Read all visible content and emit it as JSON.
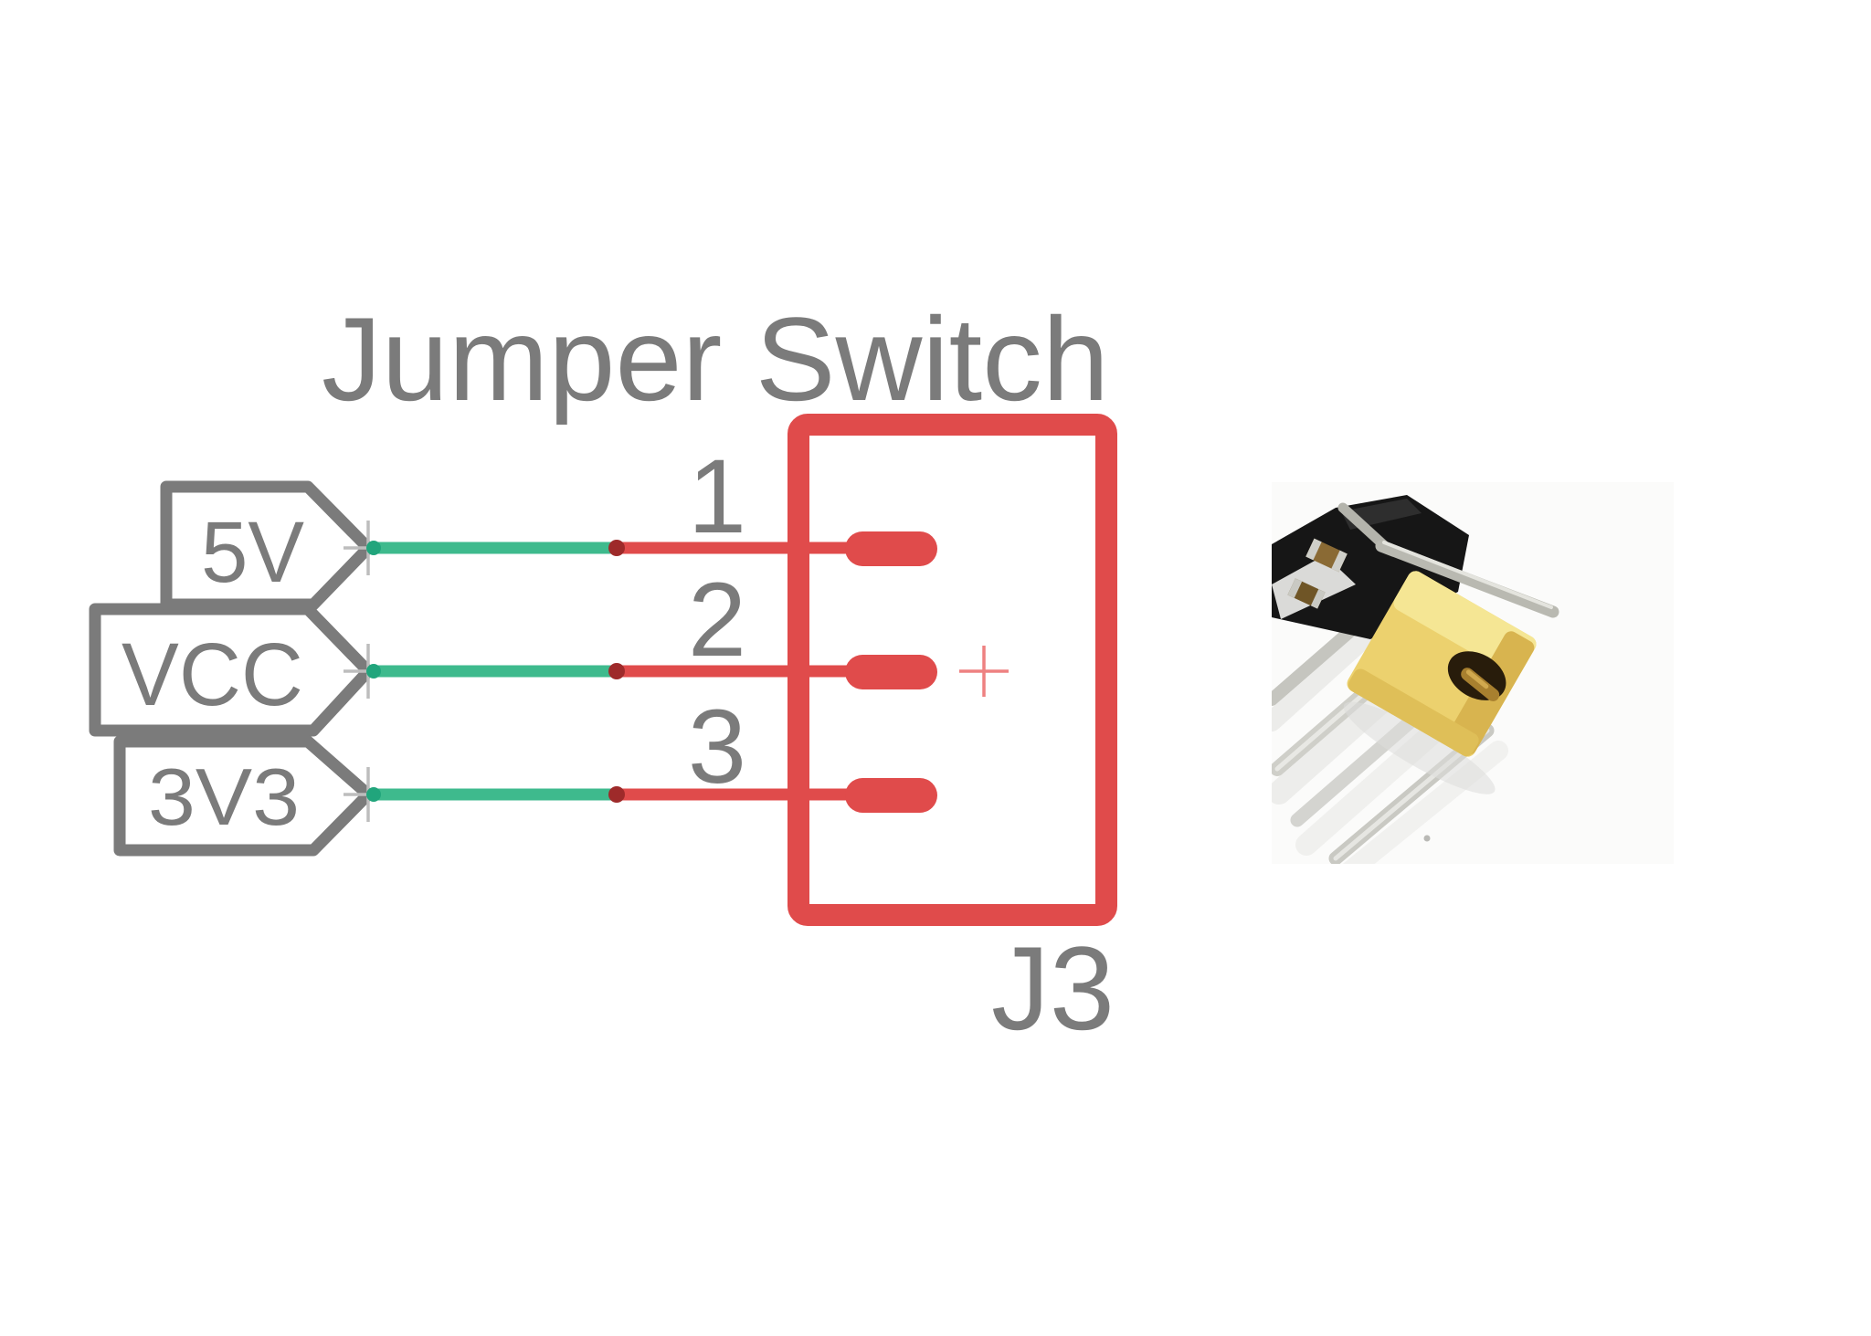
{
  "schematic": {
    "title": "Jumper Switch",
    "power_flags": [
      {
        "label": "5V"
      },
      {
        "label": "VCC"
      },
      {
        "label": "3V3"
      }
    ],
    "connector": {
      "designator": "J3",
      "pins": [
        {
          "number": "1"
        },
        {
          "number": "2"
        },
        {
          "number": "3"
        }
      ]
    },
    "colors": {
      "text_gray": "#7b7b7b",
      "flag_outline_gray": "#7b7b7b",
      "flag_fill": "#ffffff",
      "crosshair_gray": "#bdbdbd",
      "wire_green": "#3eba8d",
      "wire_green_tip": "#21a57c",
      "wire_red": "#e04b4b",
      "junction_dot_dark_red": "#9e2a2a",
      "connector_red": "#e04b4b",
      "connector_crosshair_red": "#ee8181",
      "jumper_cap_yellow": "#ecd16e"
    }
  }
}
